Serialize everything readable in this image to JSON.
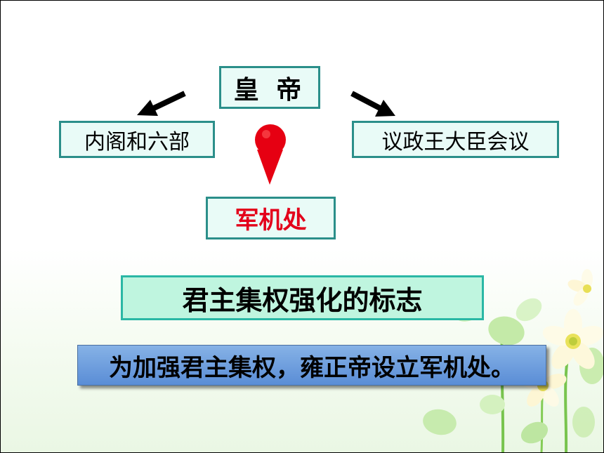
{
  "diagram": {
    "top_node": "皇 帝",
    "left_node": "内阁和六部",
    "right_node": "议政王大臣会议",
    "center_node": "军机处",
    "sign_label": "君主集权强化的标志",
    "caption": "为加强君主集权，雍正帝设立军机处。"
  },
  "colors": {
    "box_border": "#2b8f8a",
    "box_fill": "#e9fbf7",
    "sign_fill": "#bff5df",
    "caption_fill": "#6a9ae0",
    "accent_red": "#e3001b"
  },
  "icons": [
    "arrow-left-down-icon",
    "arrow-right-down-icon",
    "red-down-arrow-icon",
    "flower-decoration"
  ]
}
